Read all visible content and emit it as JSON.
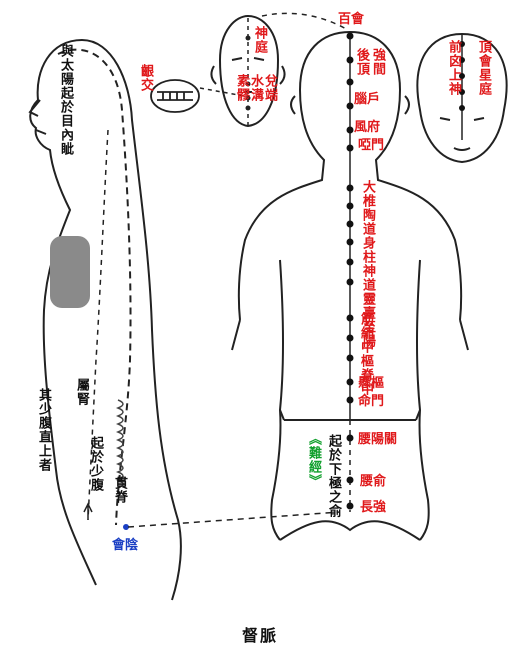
{
  "caption": "督脈",
  "colors": {
    "acupoint": "#e0191b",
    "text": "#111111",
    "source": "#12a02e",
    "point_label": "#1a3fc4"
  },
  "side_figure": {
    "text_1": "與太陽起於目內眦",
    "text_2": "其少腹直上者",
    "text_3": "屬腎",
    "text_4": "起於少腹",
    "text_5": "貫脊",
    "huiyin": "會陰"
  },
  "face_figure": {
    "shenting": "神庭",
    "yinjiao": "齦交",
    "suliao": "素髎",
    "shuigou": "水溝",
    "duiduan": "兌端"
  },
  "back_figure": {
    "baihui": "百會",
    "row_1_left": "後頂",
    "row_1_right": "強間",
    "naohu": "腦戶",
    "fengfu": "風府",
    "yamen": "啞門",
    "upper_col_1": "大椎陶道身柱神道靈臺至陽",
    "mid_col_1": "筋縮中樞脊中",
    "xuanshu": "懸樞",
    "mingmen": "命門",
    "yangguan": "腰陽關",
    "yaoshu": "腰俞",
    "changqiang": "長強",
    "source_note": "《難經》",
    "origin_note": "起於下極之俞"
  },
  "top_head": {
    "col_right": "頂會星庭",
    "col_left": "前囟上神"
  }
}
